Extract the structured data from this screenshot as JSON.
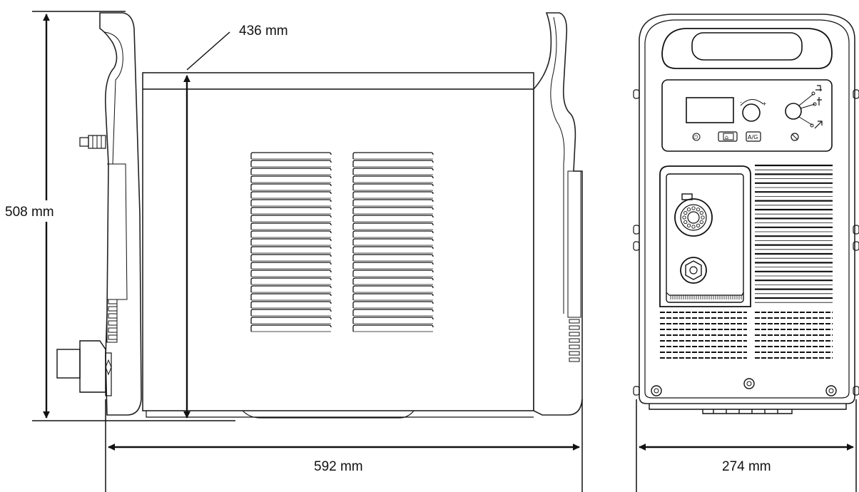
{
  "dimensions": {
    "height": "508 mm",
    "inner_height": "436 mm",
    "depth": "592 mm",
    "width": "274 mm"
  },
  "front_panel": {
    "power_symbol": "⏻",
    "switch_labels": [
      "⌂",
      "A/G"
    ],
    "icon_names": [
      "display-icon",
      "adjust-knob-icon",
      "mode-selector-icon",
      "power-icon",
      "remote-icon",
      "gas-icon",
      "fault-icon",
      "torch-connector-icon",
      "ground-clamp-connector-icon"
    ]
  },
  "colors": {
    "line": "#111111",
    "background": "#ffffff"
  }
}
